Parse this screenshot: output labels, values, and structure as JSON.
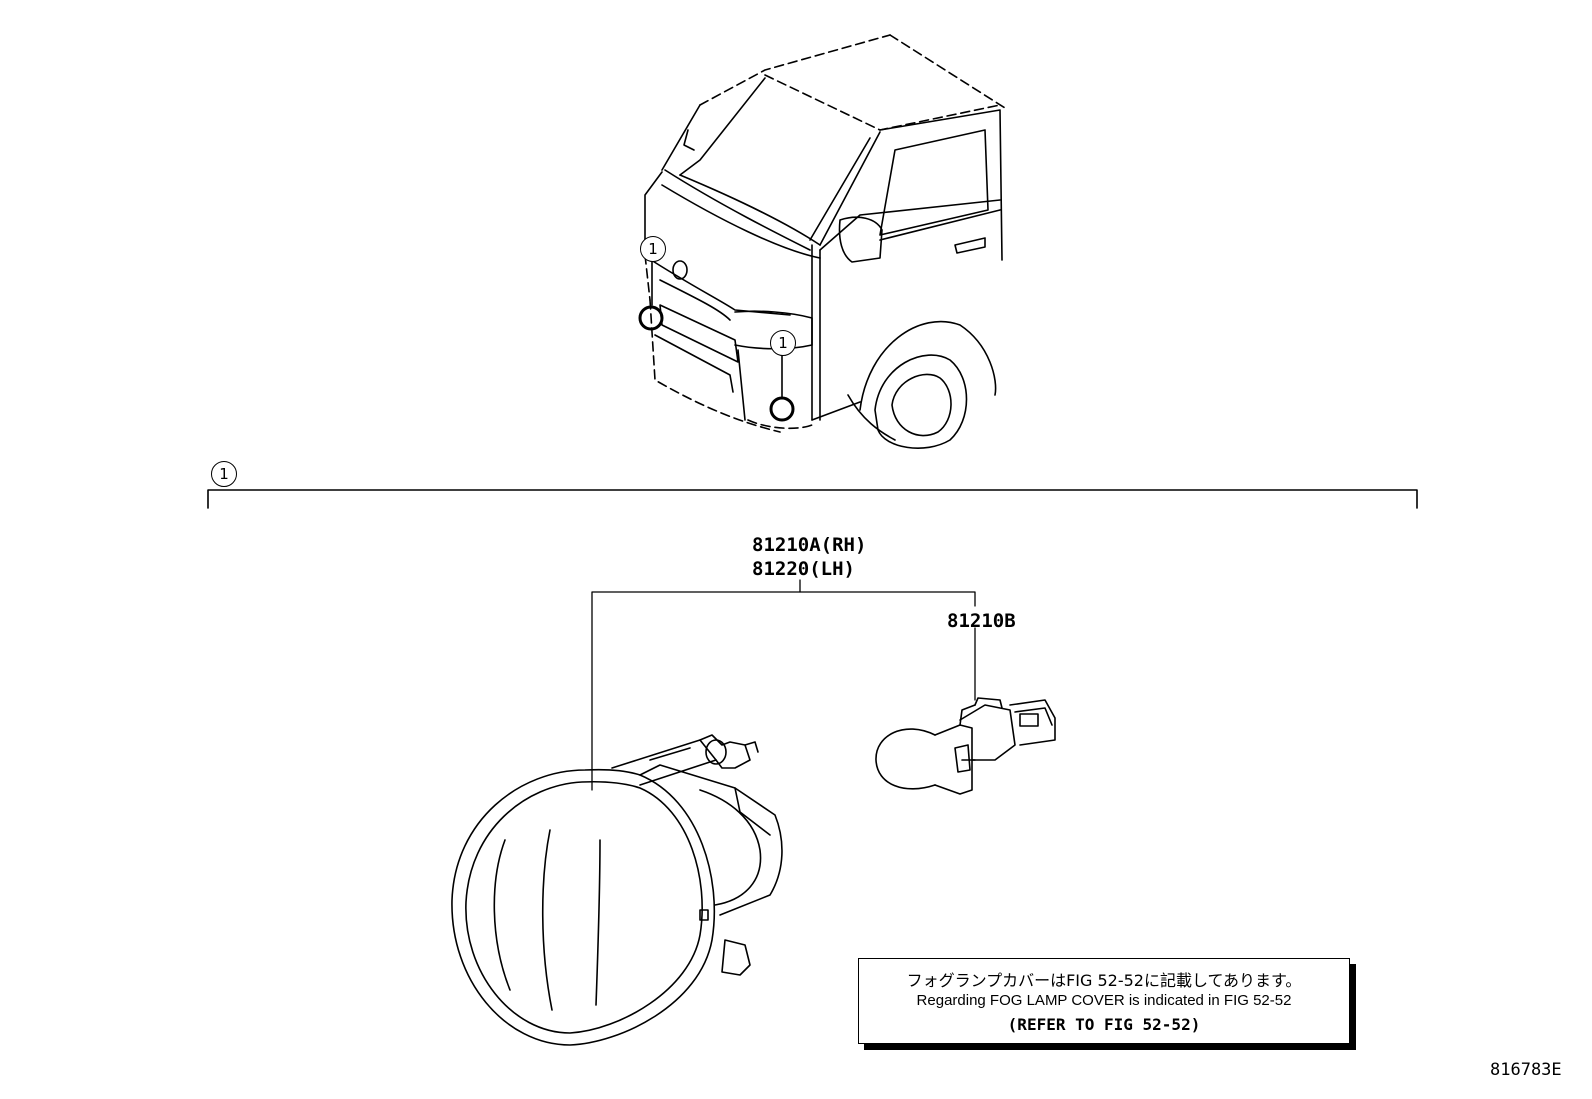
{
  "callouts": {
    "ref_number": "1"
  },
  "parts": {
    "lamp_assy_rh": "81210A(RH)",
    "lamp_assy_lh": "81220(LH)",
    "bulb": "81210B"
  },
  "note": {
    "japanese": "フォグランプカバーはFIG 52-52に記載してあります。",
    "english": "Regarding FOG LAMP COVER is indicated in FIG 52-52",
    "reference": "(REFER TO FIG 52-52)"
  },
  "illustration_id": "816783E"
}
